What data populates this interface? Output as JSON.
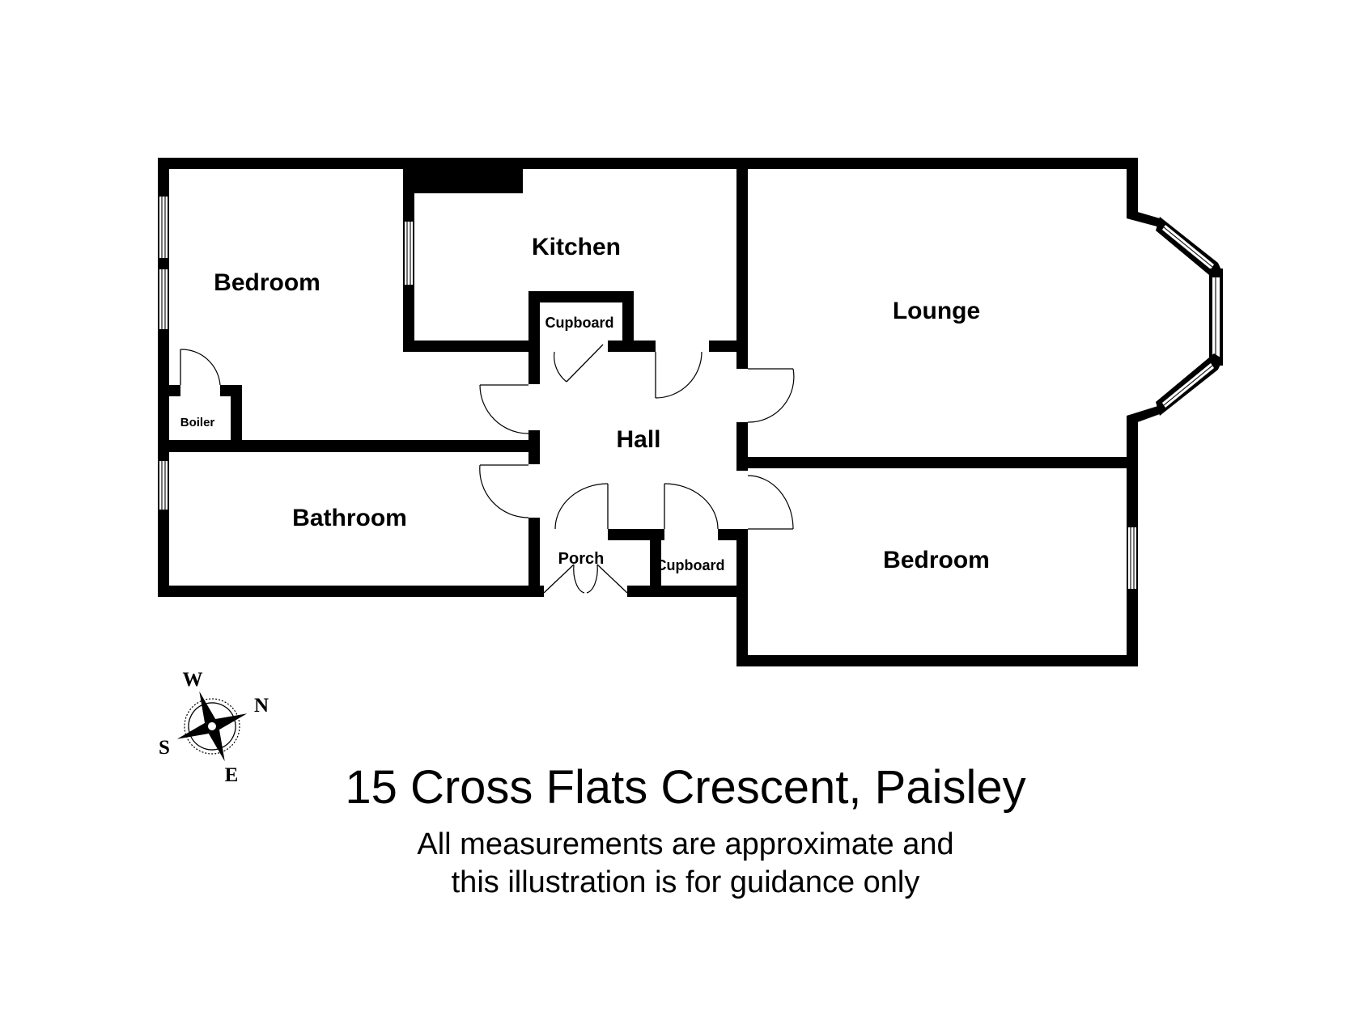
{
  "plan": {
    "rooms": {
      "bedroom_1": "Bedroom",
      "kitchen": "Kitchen",
      "lounge": "Lounge",
      "cupboard_1": "Cupboard",
      "boiler": "Boiler",
      "hall": "Hall",
      "bathroom": "Bathroom",
      "porch": "Porch",
      "cupboard_2": "Cupboard",
      "bedroom_2": "Bedroom"
    },
    "compass": {
      "w": "W",
      "n": "N",
      "s": "S",
      "e": "E"
    }
  },
  "caption": {
    "title": "15 Cross Flats Crescent, Paisley",
    "line1": "All measurements are approximate and",
    "line2": "this illustration is for guidance only"
  },
  "colors": {
    "wall": "#000000",
    "background": "#ffffff"
  }
}
